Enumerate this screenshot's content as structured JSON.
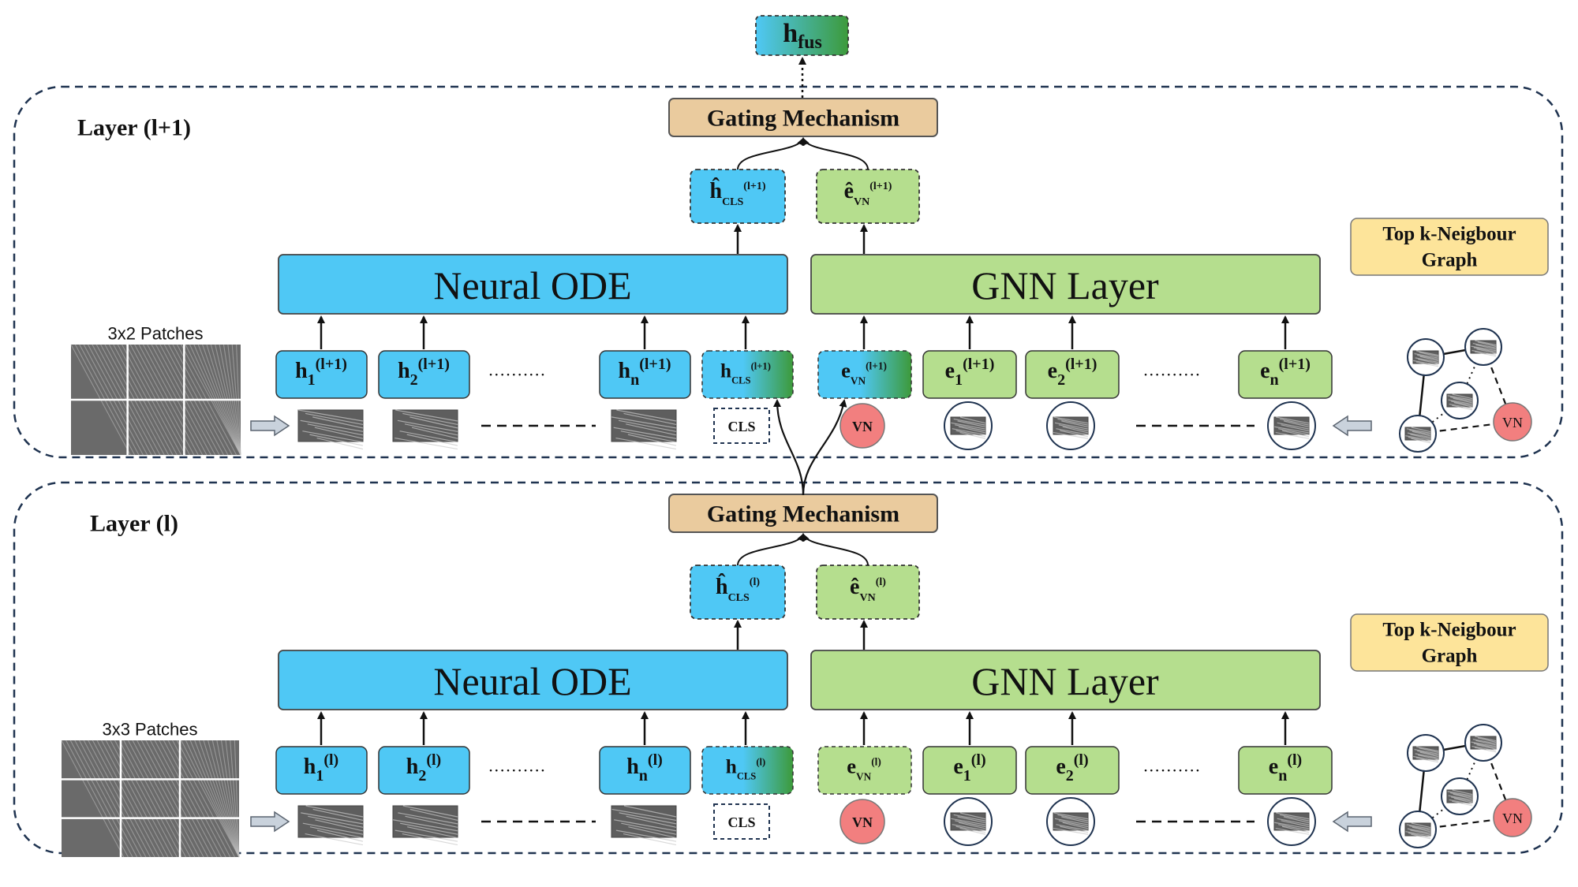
{
  "output": {
    "main": "h",
    "sub": "fus"
  },
  "layers": [
    {
      "key": "upper",
      "title": "Layer (l+1)",
      "sup": "(l+1)",
      "gating": "Gating Mechanism",
      "ode": "Neural ODE",
      "gnn": "GNN Layer",
      "graph_title": [
        "Top k-Neigbour",
        "Graph"
      ],
      "patches_label": "3x2 Patches",
      "grid": [
        3,
        2
      ],
      "cls_box": "CLS",
      "vn": "VN",
      "dots": "··········",
      "h_tokens": [
        {
          "main": "h",
          "sub": "1"
        },
        {
          "main": "h",
          "sub": "2"
        },
        {
          "main": "h",
          "sub": "n"
        }
      ],
      "cls_token": {
        "main": "h",
        "sub": "CLS"
      },
      "vn_token": {
        "main": "e",
        "sub": "VN"
      },
      "e_tokens": [
        {
          "main": "e",
          "sub": "1"
        },
        {
          "main": "e",
          "sub": "2"
        },
        {
          "main": "e",
          "sub": "n"
        }
      ],
      "hat_h": {
        "main": "ĥ",
        "sub": "CLS"
      },
      "hat_e": {
        "main": "ê",
        "sub": "VN"
      }
    },
    {
      "key": "lower",
      "title": "Layer (l)",
      "sup": "(l)",
      "gating": "Gating Mechanism",
      "ode": "Neural ODE",
      "gnn": "GNN Layer",
      "graph_title": [
        "Top k-Neigbour",
        "Graph"
      ],
      "patches_label": "3x3 Patches",
      "grid": [
        3,
        3
      ],
      "cls_box": "CLS",
      "vn": "VN",
      "dots": "··········",
      "h_tokens": [
        {
          "main": "h",
          "sub": "1"
        },
        {
          "main": "h",
          "sub": "2"
        },
        {
          "main": "h",
          "sub": "n"
        }
      ],
      "cls_token": {
        "main": "h",
        "sub": "CLS"
      },
      "vn_token": {
        "main": "e",
        "sub": "VN"
      },
      "e_tokens": [
        {
          "main": "e",
          "sub": "1"
        },
        {
          "main": "e",
          "sub": "2"
        },
        {
          "main": "e",
          "sub": "n"
        }
      ],
      "hat_h": {
        "main": "ĥ",
        "sub": "CLS"
      },
      "hat_e": {
        "main": "ê",
        "sub": "VN"
      }
    }
  ],
  "colors": {
    "blue": "#4FC8F5",
    "green": "#B5DE8E",
    "gating": "#EACB9E",
    "graph_title": "#FDE49A",
    "vn": "#F27F7F",
    "frame": "#1F3350",
    "patch_dark": "#5e5e5e",
    "patch_light": "#c9c9c9"
  }
}
